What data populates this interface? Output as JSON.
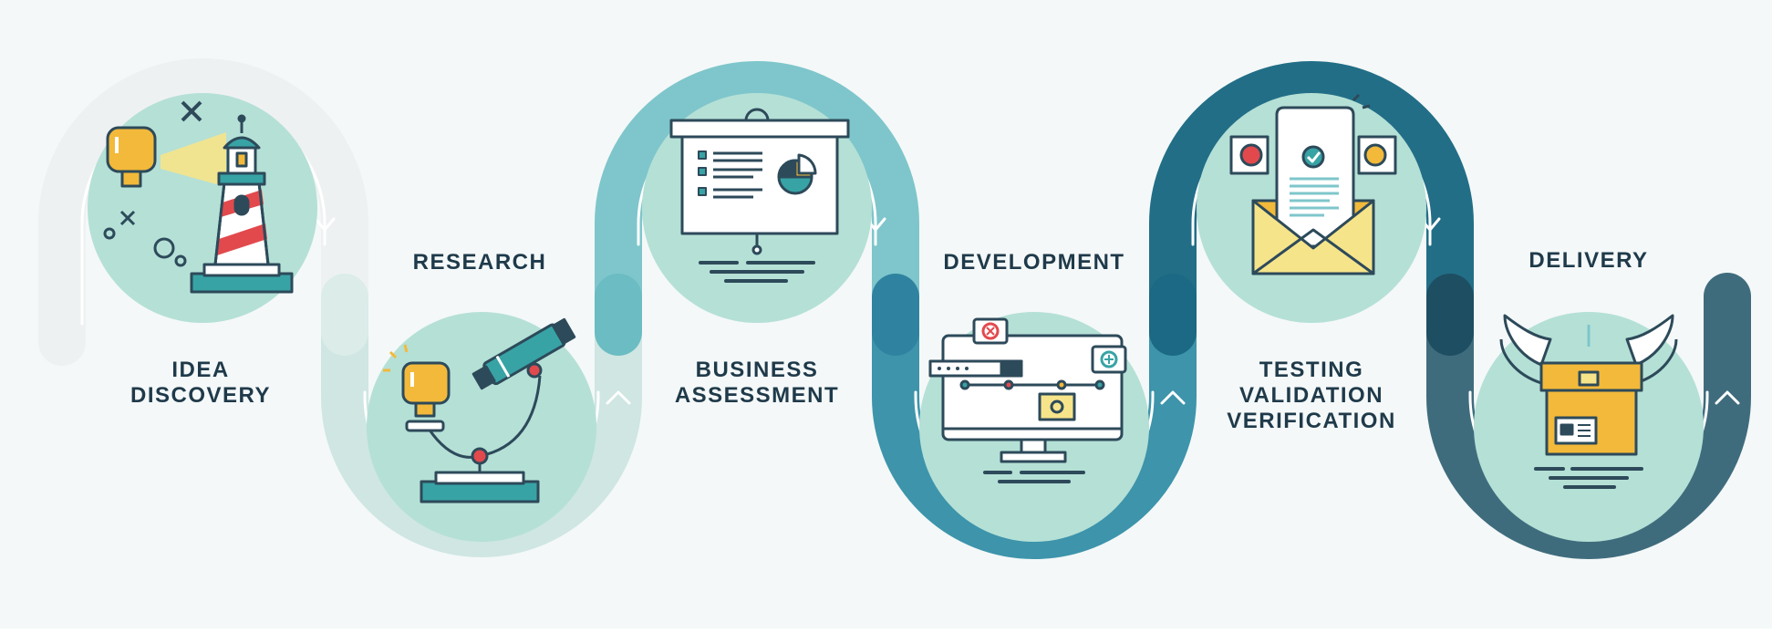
{
  "colors": {
    "background": "#f4f8f8",
    "track_1": "#eef1f2",
    "track_2": "#cfe6e2",
    "track_3": "#7ec6cb",
    "track_4": "#3d94ab",
    "track_5": "#226e87",
    "track_6": "#3f6c7d",
    "circle": "#b5e0d6",
    "outline": "#2d4a5a",
    "yellow": "#f3b93a",
    "red": "#e2494d",
    "teal": "#38a3a5",
    "label": "#1f3a4a"
  },
  "stages": [
    {
      "id": "idea",
      "lines": [
        "IDEA",
        "DISCOVERY"
      ],
      "icon": "lighthouse-icon"
    },
    {
      "id": "research",
      "lines": [
        "RESEARCH"
      ],
      "icon": "microscope-icon"
    },
    {
      "id": "business",
      "lines": [
        "BUSINESS",
        "ASSESSMENT"
      ],
      "icon": "presentation-board-icon"
    },
    {
      "id": "development",
      "lines": [
        "DEVELOPMENT"
      ],
      "icon": "desktop-monitor-icon"
    },
    {
      "id": "testing",
      "lines": [
        "TESTING",
        "VALIDATION",
        "VERIFICATION"
      ],
      "icon": "envelope-document-icon"
    },
    {
      "id": "delivery",
      "lines": [
        "DELIVERY"
      ],
      "icon": "winged-box-icon"
    }
  ]
}
